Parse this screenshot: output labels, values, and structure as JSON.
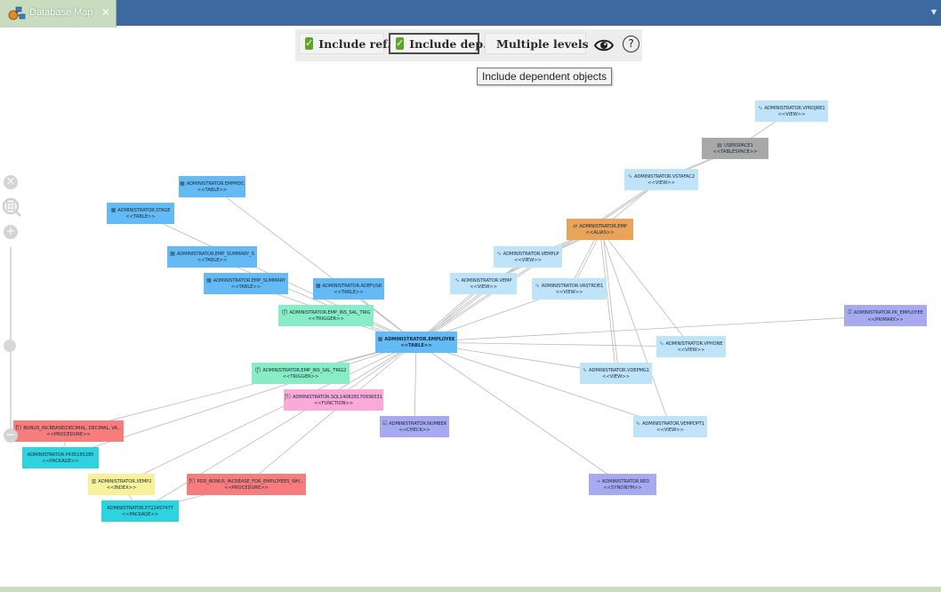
{
  "window": {
    "tab_title": "Database Map",
    "tab_close_glyph": "✕",
    "tab_icon": "database-map-icon",
    "menu_glyph": "▼",
    "colors": {
      "titlebar": "#3d6a9e",
      "tab": "#c9dcc0"
    }
  },
  "toolbar": {
    "include_ref": {
      "label": "Include ref.",
      "checked": true
    },
    "include_dep": {
      "label": "Include dep.",
      "checked": true,
      "selected": true
    },
    "multiple_levels": {
      "label": "Multiple levels",
      "checked": false
    },
    "check_glyph": "✓",
    "eye_icon": "eye-icon",
    "help_glyph": "?"
  },
  "tooltip": "Include dependent objects",
  "zoom": {
    "zoom_in_glyph": "+",
    "zoom_out_glyph": "−",
    "fit_icon": "fit-view-icon",
    "close_glyph": "×"
  },
  "node_colors": {
    "table": "#64baf4",
    "view": "#bfe3f9",
    "alias": "#e8a45a",
    "tablespace": "#a8a8a8",
    "trigger": "#88edc6",
    "function": "#f9aad7",
    "procedure": "#f77d7d",
    "package": "#2ed3e0",
    "index": "#f7f29a",
    "check": "#a7aaf0",
    "primary": "#a7aaf0",
    "synonym": "#a7aaf0"
  },
  "nodes": [
    {
      "id": "employee",
      "icon": "▦",
      "name": "ADMINISTRATOR.EMPLOYEE",
      "stereotype": "<<TABLE>>",
      "kind": "table"
    },
    {
      "id": "vprojre1",
      "icon": "∿",
      "name": "ADMINISTRATOR.VPROJRE1",
      "stereotype": "<<VIEW>>",
      "kind": "view"
    },
    {
      "id": "userspace1",
      "icon": "▤",
      "name": "USERSPACE1",
      "stereotype": "<<TABLESPACE>>",
      "kind": "tablespace"
    },
    {
      "id": "vstafac2",
      "icon": "∿",
      "name": "ADMINISTRATOR.VSTAFAC2",
      "stereotype": "<<VIEW>>",
      "kind": "view"
    },
    {
      "id": "emp_alias",
      "icon": "⇄",
      "name": "ADMINISTRATOR.EMP",
      "stereotype": "<<ALIAS>>",
      "kind": "alias"
    },
    {
      "id": "vemplp",
      "icon": "∿",
      "name": "ADMINISTRATOR.VEMPLP",
      "stereotype": "<<VIEW>>",
      "kind": "view"
    },
    {
      "id": "vemp",
      "icon": "∿",
      "name": "ADMINISTRATOR.VEMP",
      "stereotype": "<<VIEW>>",
      "kind": "view"
    },
    {
      "id": "vastrde1",
      "icon": "∿",
      "name": "ADMINISTRATOR.VASTRDE1",
      "stereotype": "<<VIEW>>",
      "kind": "view"
    },
    {
      "id": "pk_employee",
      "icon": "⚿",
      "name": "ADMINISTRATOR.PK_EMPLOYEE",
      "stereotype": "<<PRIMARY>>",
      "kind": "primary"
    },
    {
      "id": "vphone",
      "icon": "∿",
      "name": "ADMINISTRATOR.VPHONE",
      "stereotype": "<<VIEW>>",
      "kind": "view"
    },
    {
      "id": "vdepmg1",
      "icon": "∿",
      "name": "ADMINISTRATOR.VDEPMG1",
      "stereotype": "<<VIEW>>",
      "kind": "view"
    },
    {
      "id": "vempdpt1",
      "icon": "∿",
      "name": "ADMINISTRATOR.VEMPDPT1",
      "stereotype": "<<VIEW>>",
      "kind": "view"
    },
    {
      "id": "red",
      "icon": "⇢",
      "name": "ADMINISTRATOR.RED",
      "stereotype": "<<SYNONYM>>",
      "kind": "synonym"
    },
    {
      "id": "empmdc",
      "icon": "▦",
      "name": "ADMINISTRATOR.EMPMDC",
      "stereotype": "<<TABLE>>",
      "kind": "table"
    },
    {
      "id": "stage",
      "icon": "▦",
      "name": "ADMINISTRATOR.STAGE",
      "stereotype": "<<TABLE>>",
      "kind": "table"
    },
    {
      "id": "emp_summary_s",
      "icon": "▦",
      "name": "ADMINISTRATOR.EMP_SUMMARY_S",
      "stereotype": "<<TABLE>>",
      "kind": "table"
    },
    {
      "id": "emp_summary",
      "icon": "▦",
      "name": "ADMINISTRATOR.EMP_SUMMARY",
      "stereotype": "<<TABLE>>",
      "kind": "table"
    },
    {
      "id": "adefusr",
      "icon": "▦",
      "name": "ADMINISTRATOR.ADEFUSR",
      "stereotype": "<<TABLE>>",
      "kind": "table"
    },
    {
      "id": "trig1",
      "icon": "(ƒ)",
      "name": "ADMINISTRATOR.EMP_INS_SAL_TRIG",
      "stereotype": "<<TRIGGER>>",
      "kind": "trigger"
    },
    {
      "id": "trig2",
      "icon": "(ƒ)",
      "name": "ADMINISTRATOR.EMP_INS_SAL_TRIG2",
      "stereotype": "<<TRIGGER>>",
      "kind": "trigger"
    },
    {
      "id": "sqlfunc",
      "icon": "ƒ()",
      "name": "ADMINISTRATOR.SQL140828170936531",
      "stereotype": "<<FUNCTION>>",
      "kind": "function"
    },
    {
      "id": "number",
      "icon": "☑",
      "name": "ADMINISTRATOR.NUMBER",
      "stereotype": "<<CHECK>>",
      "kind": "check"
    },
    {
      "id": "bonus",
      "icon": "ƒ()",
      "name": "BONUS_INCREASE(DECIMAL, DECIMAL, VA...",
      "stereotype": "<<PROCEDURE>>",
      "kind": "procedure"
    },
    {
      "id": "pkg1",
      "icon": "",
      "name": "ADMINISTRATOR.P435185285",
      "stereotype": "<<PACKAGE>>",
      "kind": "package"
    },
    {
      "id": "xemp2",
      "icon": "▥",
      "name": "ADMINISTRATOR.XEMP2",
      "stereotype": "<<INDEX>>",
      "kind": "index"
    },
    {
      "id": "pkg2",
      "icon": "",
      "name": "ADMINISTRATOR.P722457477",
      "stereotype": "<<PACKAGE>>",
      "kind": "package"
    },
    {
      "id": "pod",
      "icon": "ƒ()",
      "name": "POD_BONUS_INCREASE_FOR_EMPLOYEES_WH...",
      "stereotype": "<<PROCEDURE>>",
      "kind": "procedure"
    }
  ],
  "edges": [
    [
      "employee",
      "vemplp"
    ],
    [
      "employee",
      "vemplp"
    ],
    [
      "employee",
      "vemp"
    ],
    [
      "employee",
      "vemp"
    ],
    [
      "employee",
      "vstafac2"
    ],
    [
      "employee",
      "vstafac2"
    ],
    [
      "employee",
      "vastrde1"
    ],
    [
      "employee",
      "vphone"
    ],
    [
      "employee",
      "vdepmg1"
    ],
    [
      "employee",
      "vempdpt1"
    ],
    [
      "employee",
      "pk_employee"
    ],
    [
      "employee",
      "red"
    ],
    [
      "employee",
      "empmdc"
    ],
    [
      "employee",
      "stage"
    ],
    [
      "employee",
      "emp_summary_s"
    ],
    [
      "employee",
      "emp_summary"
    ],
    [
      "employee",
      "adefusr"
    ],
    [
      "employee",
      "trig1"
    ],
    [
      "employee",
      "trig2"
    ],
    [
      "employee",
      "sqlfunc"
    ],
    [
      "employee",
      "number"
    ],
    [
      "employee",
      "bonus"
    ],
    [
      "employee",
      "pkg1"
    ],
    [
      "employee",
      "xemp2"
    ],
    [
      "employee",
      "pkg2"
    ],
    [
      "employee",
      "pod"
    ],
    [
      "userspace1",
      "vprojre1"
    ],
    [
      "userspace1",
      "vstafac2"
    ],
    [
      "userspace1",
      "vstafac2"
    ],
    [
      "emp_alias",
      "vemplp"
    ],
    [
      "emp_alias",
      "vemp"
    ],
    [
      "emp_alias",
      "vemp"
    ],
    [
      "emp_alias",
      "vastrde1"
    ],
    [
      "emp_alias",
      "vastrde1"
    ],
    [
      "emp_alias",
      "vphone"
    ],
    [
      "emp_alias",
      "vdepmg1"
    ],
    [
      "emp_alias",
      "vdepmg1"
    ],
    [
      "emp_alias",
      "vempdpt1"
    ],
    [
      "emp_alias",
      "vstafac2"
    ],
    [
      "bonus",
      "pkg1"
    ],
    [
      "pod",
      "pkg2"
    ],
    [
      "xemp2",
      "pkg2"
    ]
  ]
}
